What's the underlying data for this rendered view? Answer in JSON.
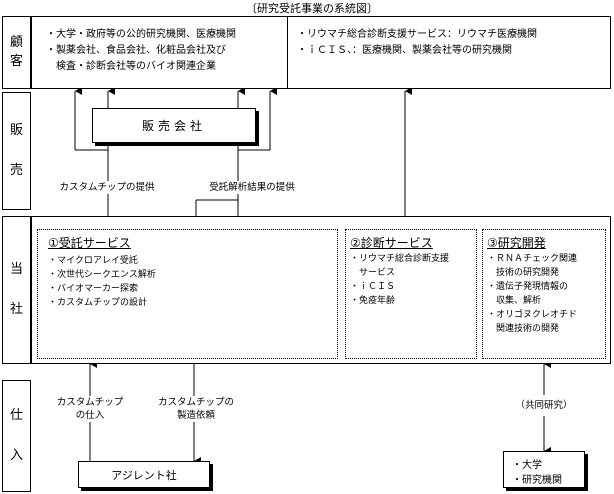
{
  "title": "〔研究受託事業の系統図〕",
  "sections": {
    "customer": [
      "顧",
      "客"
    ],
    "sales": [
      "販",
      "売"
    ],
    "company": [
      "当",
      "社"
    ],
    "purchase": [
      "仕",
      "入"
    ]
  },
  "customers": {
    "left": [
      "・大学・政府等の公的研究機関、医療機関",
      "・製薬会社、食品会社、化粧品会社及び",
      "　検査・診断会社等のバイオ関連企業"
    ],
    "right": [
      "・リウマチ総合診断支援サービス：リウマチ医療機関",
      "・ｉＣＩＳ、：医療機関、製薬会社等の研究機関"
    ]
  },
  "sales_company": "販売会社",
  "flow_labels": {
    "custom_chip": "カスタムチップの提供",
    "analysis_result": "受託解析結果の提供"
  },
  "services": {
    "contract": {
      "title": "①受託サービス",
      "items": [
        "・マイクロアレイ受託",
        "・次世代シークエンス解析",
        "・バイオマーカー探索",
        "・カスタムチップの設計"
      ]
    },
    "diagnostic": {
      "title": "②診断サービス",
      "items": [
        "・リウマチ総合診断支援",
        "　サービス",
        "・ｉＣＩＳ",
        "・免疫年齢"
      ]
    },
    "research": {
      "title": "③研究開発",
      "items": [
        "・ＲＮＡチェック関連",
        "　技術の研究開発",
        "・遺伝子発現情報の",
        "　収集、解析",
        "・オリゴヌクレオチド",
        "　関連技術の開発"
      ]
    }
  },
  "purchase_labels": {
    "chip_purchase": [
      "カスタムチップ",
      "の仕入"
    ],
    "manufacture_request": [
      "カスタムチップの",
      "製造依頼"
    ],
    "joint_research": "（共同研究）"
  },
  "suppliers": {
    "agilent": "アジレント社",
    "university": [
      "・大学",
      "・研究機関"
    ]
  }
}
